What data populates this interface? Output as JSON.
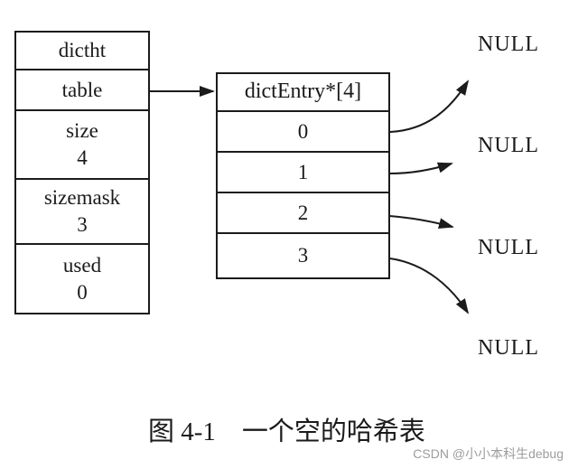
{
  "colors": {
    "background": "#ffffff",
    "stroke": "#1b1b1b",
    "text": "#1a1a1a",
    "watermark": "#9c9c9c"
  },
  "dictht_table": {
    "rows": [
      {
        "label": "dictht",
        "value": ""
      },
      {
        "label": "table",
        "value": ""
      },
      {
        "label": "size",
        "value": "4"
      },
      {
        "label": "sizemask",
        "value": "3"
      },
      {
        "label": "used",
        "value": "0"
      }
    ]
  },
  "entry_array": {
    "header": "dictEntry*[4]",
    "slots": [
      "0",
      "1",
      "2",
      "3"
    ]
  },
  "null_labels": [
    "NULL",
    "NULL",
    "NULL",
    "NULL"
  ],
  "caption": "图 4-1　一个空的哈希表",
  "watermark": "CSDN @小小本科生debug"
}
